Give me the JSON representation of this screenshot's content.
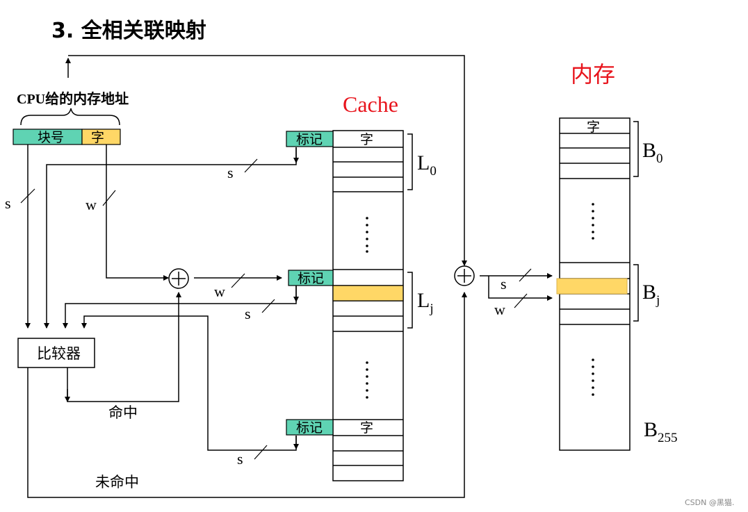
{
  "title": "3.   全相关联映射",
  "address": {
    "caption": "CPU给的内存地址",
    "block_field": "块号",
    "word_field": "字"
  },
  "cache": {
    "title": "Cache",
    "tag_label": "标记",
    "word_label": "字",
    "line0_label": "L",
    "line0_sub": "0",
    "linej_label": "L",
    "linej_sub": "j",
    "ellipsis": "⋮"
  },
  "memory": {
    "title": "内存",
    "word_label": "字",
    "block0_label": "B",
    "block0_sub": "0",
    "blockj_label": "B",
    "blockj_sub": "j",
    "block255_label": "B",
    "block255_sub": "255",
    "ellipsis": "⋮"
  },
  "signals": {
    "s": "s",
    "w": "w"
  },
  "comparator": "比较器",
  "hit": "命中",
  "miss": "未命中",
  "plus": "+",
  "watermark": "CSDN @黑猫.",
  "colors": {
    "tag_fill": "#5fd3b3",
    "word_fill": "#ffd766",
    "red_text": "#e8141c",
    "line": "#000000"
  }
}
